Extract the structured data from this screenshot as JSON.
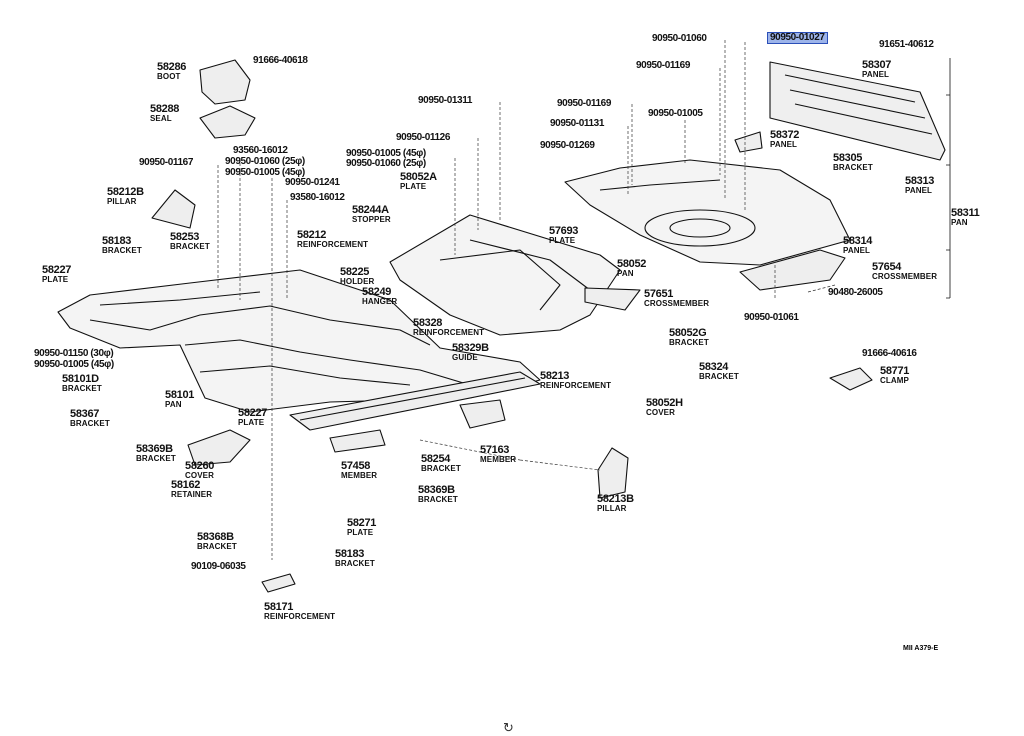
{
  "diagram_code": "MII A379-E",
  "refresh_icon": "refresh-icon",
  "highlight_color": "#9db4ea",
  "parts": [
    {
      "id": "p1",
      "number": "58286",
      "name": "BOOT"
    },
    {
      "id": "p2",
      "number": "91666-40618",
      "name": ""
    },
    {
      "id": "p3",
      "number": "58288",
      "name": "SEAL"
    },
    {
      "id": "p4",
      "number": "90950-01167",
      "name": ""
    },
    {
      "id": "p5",
      "number": "93560-16012",
      "name": ""
    },
    {
      "id": "p6",
      "number": "90950-01060 (25φ)",
      "name": ""
    },
    {
      "id": "p7",
      "number": "90950-01005 (45φ)",
      "name": ""
    },
    {
      "id": "p8",
      "number": "90950-01241",
      "name": ""
    },
    {
      "id": "p9",
      "number": "93580-16012",
      "name": ""
    },
    {
      "id": "p10",
      "number": "58212B",
      "name": "PILLAR"
    },
    {
      "id": "p11",
      "number": "58253",
      "name": "BRACKET"
    },
    {
      "id": "p12",
      "number": "58183",
      "name": "BRACKET"
    },
    {
      "id": "p13",
      "number": "58227",
      "name": "PLATE"
    },
    {
      "id": "p14",
      "number": "58212",
      "name": "REINFORCEMENT"
    },
    {
      "id": "p15",
      "number": "58225",
      "name": "HOLDER"
    },
    {
      "id": "p16",
      "number": "90950-01311",
      "name": ""
    },
    {
      "id": "p17",
      "number": "90950-01126",
      "name": ""
    },
    {
      "id": "p18",
      "number": "90950-01005 (45φ)",
      "name": ""
    },
    {
      "id": "p19",
      "number": "90950-01060 (25φ)",
      "name": ""
    },
    {
      "id": "p20",
      "number": "58052A",
      "name": "PLATE"
    },
    {
      "id": "p21",
      "number": "58244A",
      "name": "STOPPER"
    },
    {
      "id": "p22",
      "number": "90950-01269",
      "name": ""
    },
    {
      "id": "p23",
      "number": "90950-01169",
      "name": ""
    },
    {
      "id": "p24",
      "number": "90950-01131",
      "name": ""
    },
    {
      "id": "p25",
      "number": "90950-01005",
      "name": ""
    },
    {
      "id": "p26",
      "number": "90950-01060",
      "name": ""
    },
    {
      "id": "p27",
      "number": "90950-01027",
      "name": "",
      "highlighted": true
    },
    {
      "id": "p28",
      "number": "91651-40612",
      "name": ""
    },
    {
      "id": "p29",
      "number": "90950-01169",
      "name": ""
    },
    {
      "id": "p30",
      "number": "58307",
      "name": "PANEL"
    },
    {
      "id": "p31",
      "number": "58372",
      "name": "PANEL"
    },
    {
      "id": "p32",
      "number": "58305",
      "name": "BRACKET"
    },
    {
      "id": "p33",
      "number": "58313",
      "name": "PANEL"
    },
    {
      "id": "p34",
      "number": "58311",
      "name": "PAN"
    },
    {
      "id": "p35",
      "number": "58314",
      "name": "PANEL"
    },
    {
      "id": "p36",
      "number": "57654",
      "name": "CROSSMEMBER"
    },
    {
      "id": "p37",
      "number": "90480-26005",
      "name": ""
    },
    {
      "id": "p38",
      "number": "90950-01061",
      "name": ""
    },
    {
      "id": "p39",
      "number": "57693",
      "name": "PLATE"
    },
    {
      "id": "p40",
      "number": "58052",
      "name": "PAN"
    },
    {
      "id": "p41",
      "number": "57651",
      "name": "CROSSMEMBER"
    },
    {
      "id": "p42",
      "number": "58249",
      "name": "HANGER"
    },
    {
      "id": "p43",
      "number": "58328",
      "name": "REINFORCEMENT"
    },
    {
      "id": "p44",
      "number": "58329B",
      "name": "GUIDE"
    },
    {
      "id": "p45",
      "number": "58052G",
      "name": "BRACKET"
    },
    {
      "id": "p46",
      "number": "58324",
      "name": "BRACKET"
    },
    {
      "id": "p47",
      "number": "58213",
      "name": "REINFORCEMENT"
    },
    {
      "id": "p48",
      "number": "58052H",
      "name": "COVER"
    },
    {
      "id": "p49",
      "number": "91666-40616",
      "name": ""
    },
    {
      "id": "p50",
      "number": "58771",
      "name": "CLAMP"
    },
    {
      "id": "p51",
      "number": "90950-01150 (30φ)",
      "name": ""
    },
    {
      "id": "p52",
      "number": "90950-01005 (45φ)",
      "name": ""
    },
    {
      "id": "p53",
      "number": "58101D",
      "name": "BRACKET"
    },
    {
      "id": "p54",
      "number": "58101",
      "name": "PAN"
    },
    {
      "id": "p55",
      "number": "58367",
      "name": "BRACKET"
    },
    {
      "id": "p56",
      "number": "58227",
      "name": "PLATE"
    },
    {
      "id": "p57",
      "number": "58369B",
      "name": "BRACKET"
    },
    {
      "id": "p58",
      "number": "58260",
      "name": "COVER"
    },
    {
      "id": "p59",
      "number": "58162",
      "name": "RETAINER"
    },
    {
      "id": "p60",
      "number": "57458",
      "name": "MEMBER"
    },
    {
      "id": "p61",
      "number": "58254",
      "name": "BRACKET"
    },
    {
      "id": "p62",
      "number": "57163",
      "name": "MEMBER"
    },
    {
      "id": "p63",
      "number": "58369B",
      "name": "BRACKET"
    },
    {
      "id": "p64",
      "number": "58213B",
      "name": "PILLAR"
    },
    {
      "id": "p65",
      "number": "58271",
      "name": "PLATE"
    },
    {
      "id": "p66",
      "number": "58368B",
      "name": "BRACKET"
    },
    {
      "id": "p67",
      "number": "58183",
      "name": "BRACKET"
    },
    {
      "id": "p68",
      "number": "90109-06035",
      "name": ""
    },
    {
      "id": "p69",
      "number": "58171",
      "name": "REINFORCEMENT"
    }
  ]
}
